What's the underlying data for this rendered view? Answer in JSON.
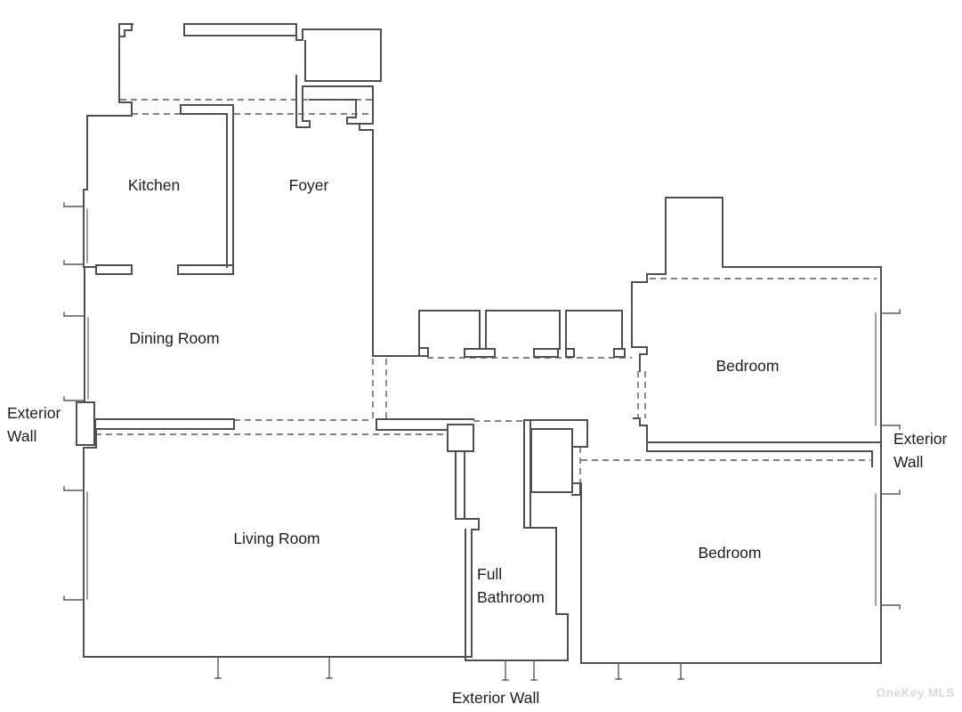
{
  "plan": {
    "background": "#ffffff",
    "wall_color": "#4f4f4f",
    "dash_color": "#5a5a5a",
    "text_color": "#1c1c1c",
    "watermark_color": "#d9d9d9",
    "rooms": [
      {
        "id": "kitchen",
        "label": "Kitchen"
      },
      {
        "id": "foyer",
        "label": "Foyer"
      },
      {
        "id": "dining-room",
        "label": "Dining Room"
      },
      {
        "id": "bedroom-upper",
        "label": "Bedroom"
      },
      {
        "id": "living-room",
        "label": "Living Room"
      },
      {
        "id": "full-bathroom",
        "line1": "Full",
        "line2": "Bathroom"
      },
      {
        "id": "bedroom-lower",
        "label": "Bedroom"
      }
    ],
    "exterior_labels": {
      "left": {
        "line1": "Exterior",
        "line2": "Wall"
      },
      "right": {
        "line1": "Exterior",
        "line2": "Wall"
      },
      "bottom": "Exterior Wall"
    },
    "watermark": "OneKey MLS"
  }
}
